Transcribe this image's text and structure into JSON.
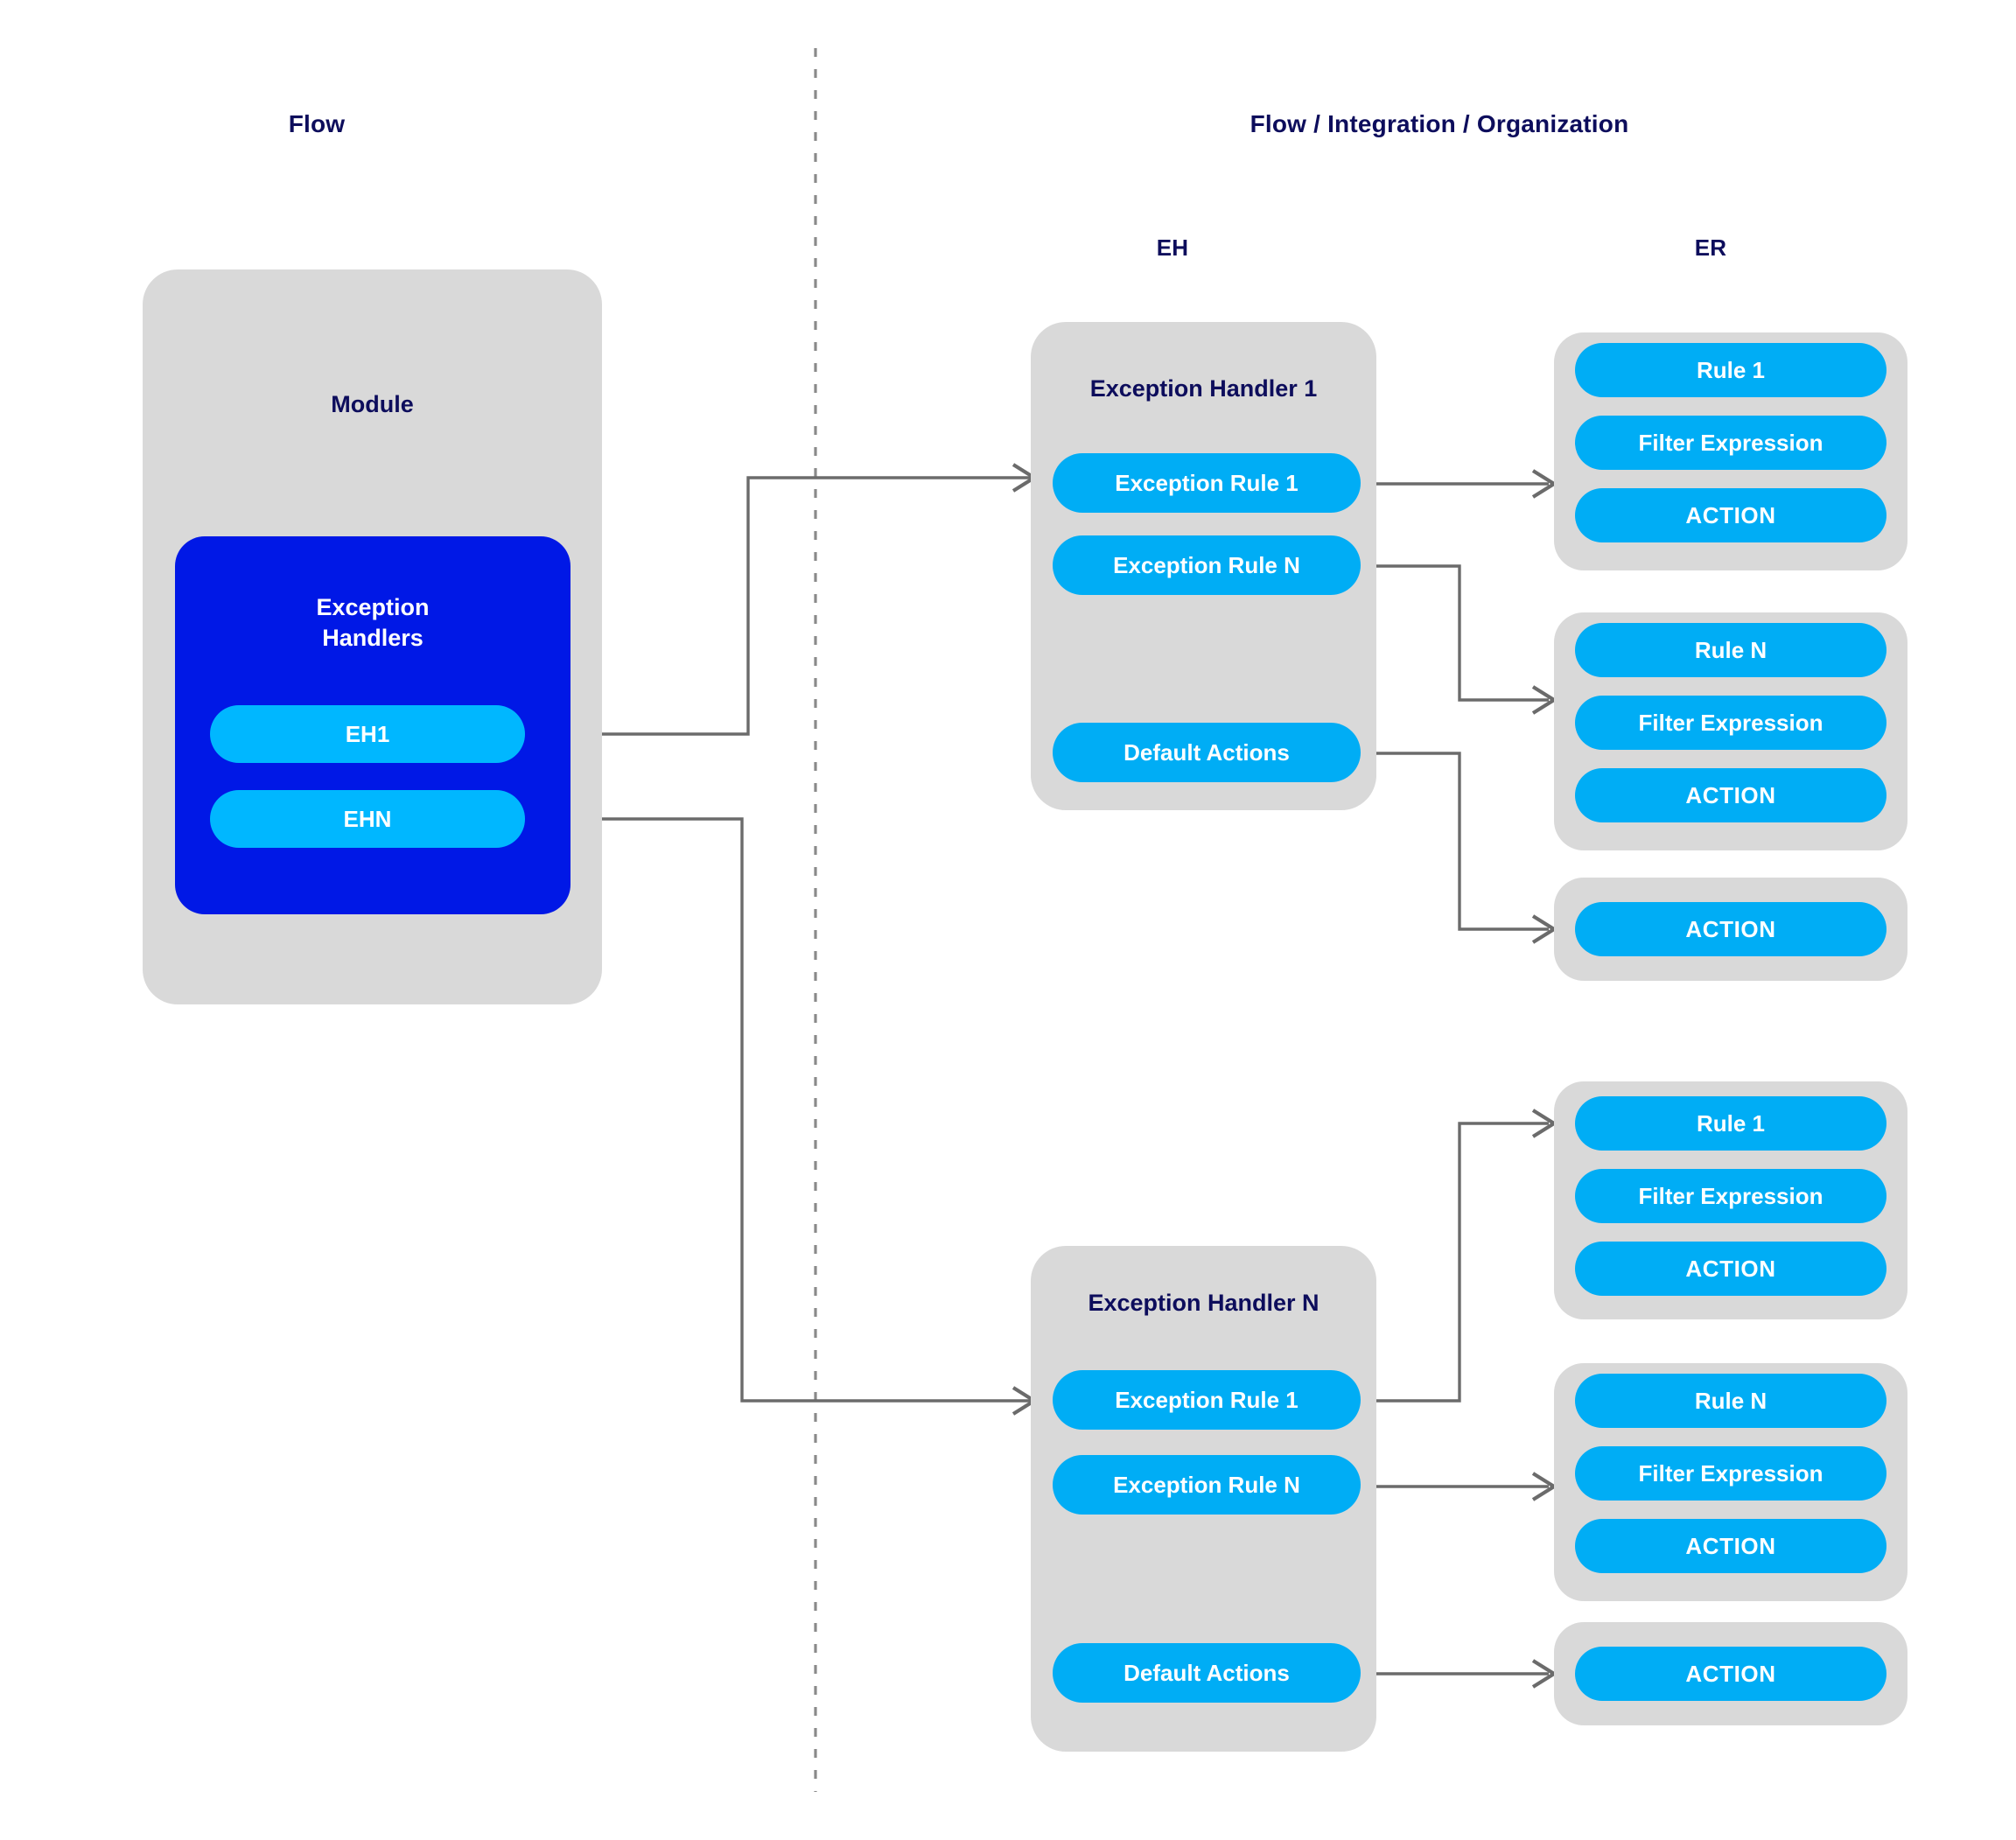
{
  "headings": {
    "left": "Flow",
    "right": "Flow / Integration / Organization",
    "eh": "EH",
    "er": "ER"
  },
  "module": {
    "title": "Module",
    "exception_handlers": {
      "title_line1": "Exception",
      "title_line2": "Handlers",
      "items": [
        {
          "label": "EH1"
        },
        {
          "label": "EHN"
        }
      ]
    }
  },
  "handlers": [
    {
      "title": "Exception Handler 1",
      "rules": [
        {
          "label": "Exception Rule 1"
        },
        {
          "label": "Exception Rule N"
        }
      ],
      "default_actions": {
        "label": "Default Actions"
      }
    },
    {
      "title": "Exception Handler N",
      "rules": [
        {
          "label": "Exception Rule 1"
        },
        {
          "label": "Exception Rule N"
        }
      ],
      "default_actions": {
        "label": "Default Actions"
      }
    }
  ],
  "er_groups": [
    {
      "id": "er-top-rule1",
      "items": [
        {
          "label": "Rule 1"
        },
        {
          "label": "Filter Expression"
        },
        {
          "label": "ACTION"
        }
      ]
    },
    {
      "id": "er-top-ruleN",
      "items": [
        {
          "label": "Rule N"
        },
        {
          "label": "Filter Expression"
        },
        {
          "label": "ACTION"
        }
      ]
    },
    {
      "id": "er-top-action",
      "items": [
        {
          "label": "ACTION"
        }
      ]
    },
    {
      "id": "er-bottom-rule1",
      "items": [
        {
          "label": "Rule 1"
        },
        {
          "label": "Filter Expression"
        },
        {
          "label": "ACTION"
        }
      ]
    },
    {
      "id": "er-bottom-ruleN",
      "items": [
        {
          "label": "Rule N"
        },
        {
          "label": "Filter Expression"
        },
        {
          "label": "ACTION"
        }
      ]
    },
    {
      "id": "er-bottom-action",
      "items": [
        {
          "label": "ACTION"
        }
      ]
    }
  ],
  "colors": {
    "panel_grey": "#d9d9d9",
    "module_blue": "#0018e6",
    "pill_cyan": "#00adf5",
    "pill_cyan_light": "#00b7ff",
    "heading_navy": "#0d0d5c",
    "connector_grey": "#6b6b6b",
    "divider_grey": "#8a8a8a",
    "background": "#ffffff"
  }
}
